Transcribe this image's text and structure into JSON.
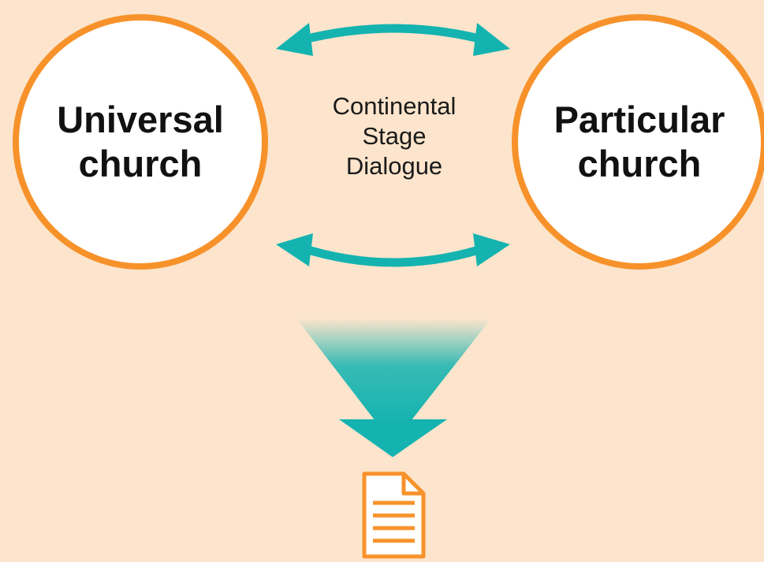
{
  "diagram": {
    "left_circle": {
      "line1": "Universal",
      "line2": "church"
    },
    "right_circle": {
      "line1": "Particular",
      "line2": "church"
    },
    "center_label": {
      "line1": "Continental",
      "line2": "Stage",
      "line3": "Dialogue"
    }
  },
  "colors": {
    "background": "#fce5cc",
    "circle_border": "#f7922b",
    "arrow": "#14b3b0",
    "document_icon": "#f7922b"
  },
  "icons": {
    "top_arrow": "double-headed-arrow-icon",
    "bottom_arrow": "double-headed-arrow-icon",
    "funnel": "funnel-arrow-icon",
    "document": "document-icon"
  }
}
